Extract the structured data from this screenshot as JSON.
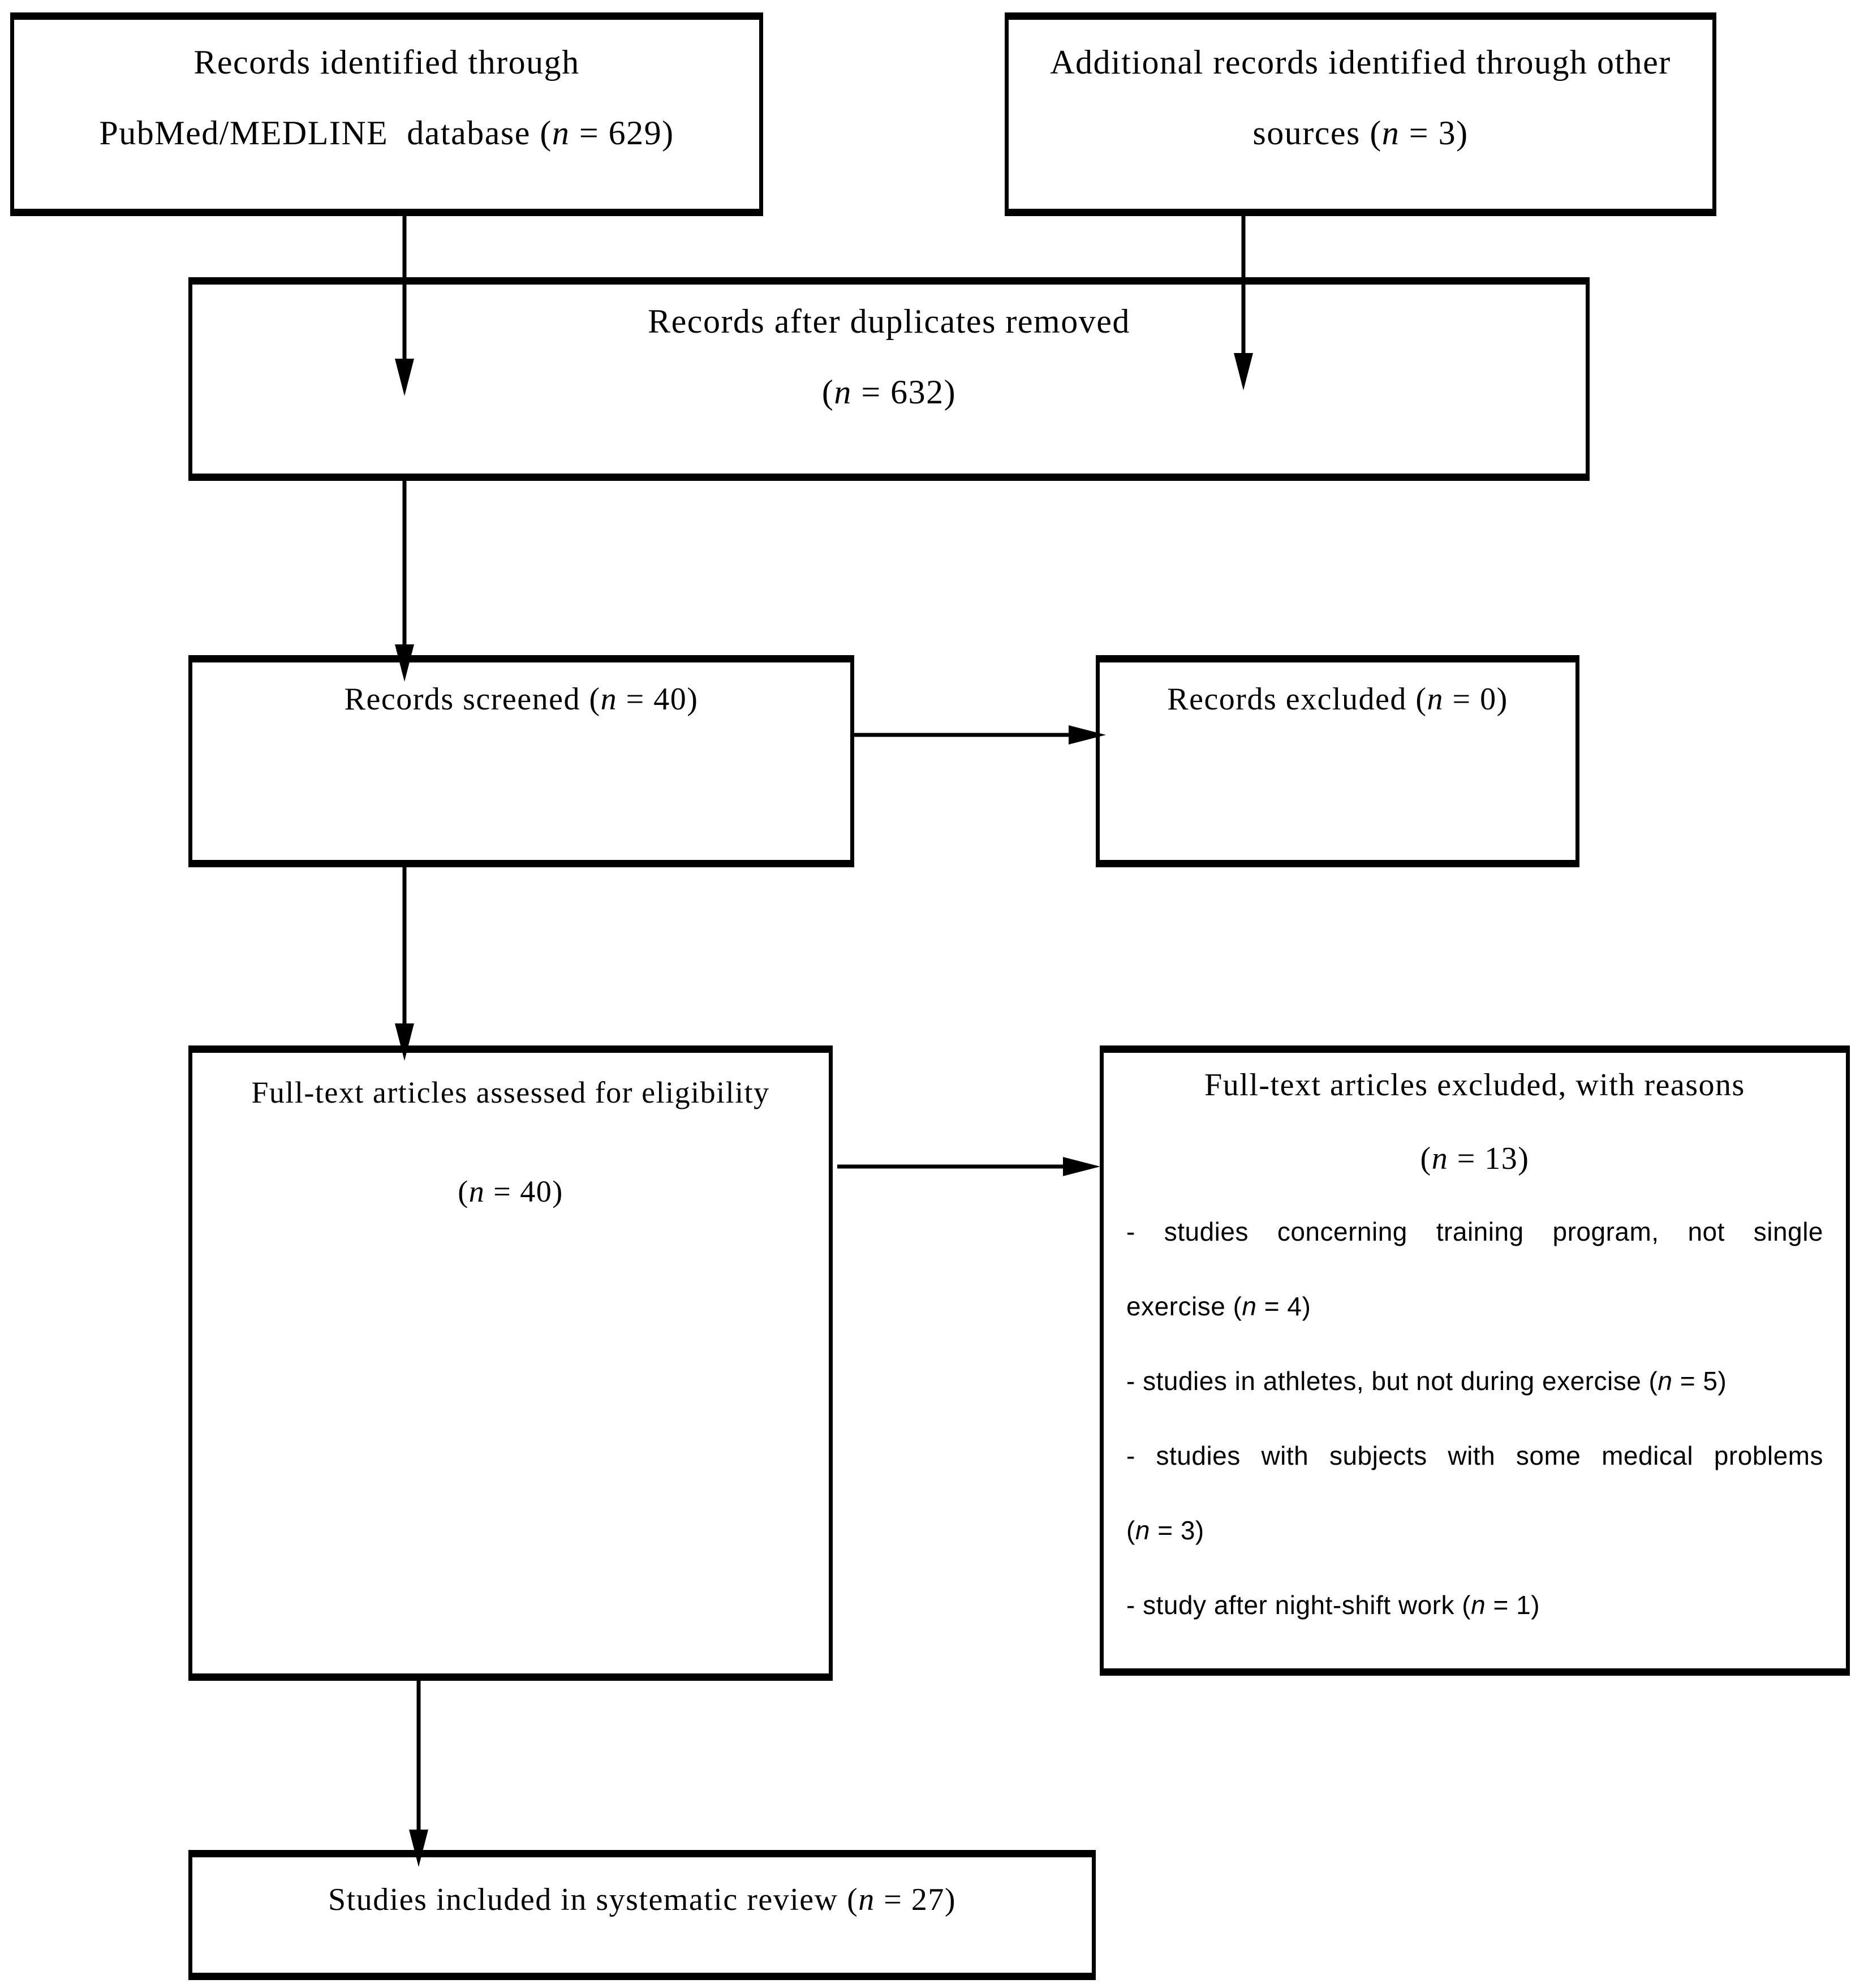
{
  "diagram": {
    "type": "flowchart",
    "background_color": "#ffffff",
    "line_color": "#000000",
    "boxes": {
      "identified": {
        "lines": [
          "Records identified through",
          "PubMed/MEDLINE  database (n = 629)"
        ]
      },
      "additional": {
        "lines": [
          "Additional records identified through other",
          "sources (n = 3)"
        ]
      },
      "deduplicated": {
        "lines": [
          "Records after duplicates removed",
          "(n = 632)"
        ]
      },
      "screened": {
        "lines": [
          "Records screened (n = 40)"
        ]
      },
      "excluded": {
        "lines": [
          "Records excluded (n = 0)"
        ]
      },
      "fulltext_assessed": {
        "lines": [
          "Full-text articles assessed for eligibility",
          "(n = 40)"
        ]
      },
      "fulltext_excluded": {
        "title_lines": [
          "Full-text articles excluded, with reasons",
          "(n = 13)"
        ],
        "reasons": [
          "- studies concerning training program, not single",
          "exercise (n = 4)",
          "- studies in athletes, but not during exercise (n = 5)",
          "- studies with subjects with some medical problems",
          "(n = 3)",
          "- study after night-shift work (n = 1)"
        ]
      },
      "included": {
        "lines": [
          "Studies included in systematic review (n = 27)"
        ]
      }
    },
    "flow": [
      {
        "from": "identified",
        "to": "deduplicated"
      },
      {
        "from": "additional",
        "to": "deduplicated"
      },
      {
        "from": "deduplicated",
        "to": "screened"
      },
      {
        "from": "screened",
        "to": "excluded"
      },
      {
        "from": "screened",
        "to": "fulltext_assessed"
      },
      {
        "from": "fulltext_assessed",
        "to": "fulltext_excluded"
      },
      {
        "from": "fulltext_assessed",
        "to": "included"
      }
    ]
  }
}
